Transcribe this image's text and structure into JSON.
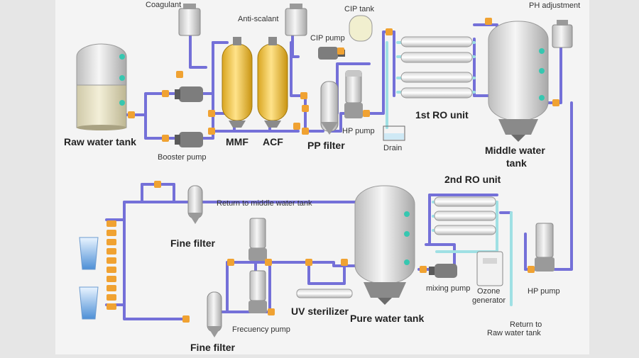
{
  "labels": {
    "coagulant": "Coagulant",
    "anti_scalant": "Anti-scalant",
    "cip_tank": "CIP tank",
    "ph_adjustment": "PH adjustment",
    "cip_pump": "CIP pump",
    "raw_water_tank": "Raw water tank",
    "booster_pump": "Booster pump",
    "mmf": "MMF",
    "acf": "ACF",
    "pp_filter": "PP filter",
    "hp_pump_top": "HP pump",
    "drain": "Drain",
    "first_ro_unit": "1st RO unit",
    "middle_water_tank_l1": "Middle water",
    "middle_water_tank_l2": "tank",
    "return_to_middle": "Return to middle water tank",
    "second_ro_unit": "2nd RO unit",
    "fine_filter_top": "Fine filter",
    "fine_filter_bottom": "Fine filter",
    "uv_sterilizer": "UV sterilizer",
    "pure_water_tank": "Pure water tank",
    "mixing_pump": "mixing pump",
    "ozone_l1": "Ozone",
    "ozone_l2": "generator",
    "hp_pump_bottom": "HP pump",
    "return_raw_l1": "Return to",
    "return_raw_l2": "Raw water tank",
    "frequency_pump": "Frecuency pump"
  },
  "colors": {
    "background": "#e6e6e6",
    "panel": "#f4f4f4",
    "pipe_main": "#7470d8",
    "pipe_ro": "#9fe0e4",
    "valve": "#f0a232",
    "filter_vessel": "#f2c94c",
    "sensor": "#36c7b0",
    "tank": "#e8e8e8"
  }
}
